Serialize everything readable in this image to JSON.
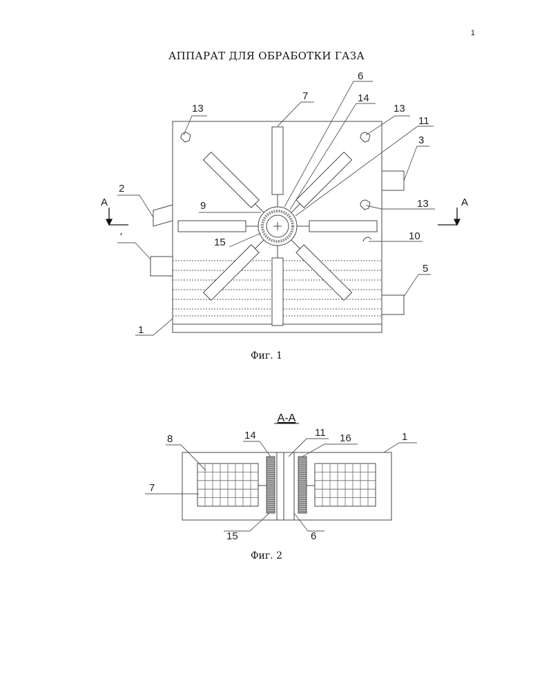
{
  "page_number": "1",
  "title": "АППАРАТ ДЛЯ ОБРАБОТКИ ГАЗА",
  "fig1": {
    "caption": "Фиг. 1",
    "labels": {
      "l1": "1",
      "l2": "2",
      "l3": "3",
      "l4": "'",
      "l5": "5",
      "l6": "6",
      "l7": "7",
      "l9": "9",
      "l10": "10",
      "l11": "11",
      "l13a": "13",
      "l13b": "13",
      "l13c": "13",
      "l14": "14",
      "l15": "15",
      "secA_left": "A",
      "secA_right": "A"
    }
  },
  "fig2": {
    "caption": "Фиг. 2",
    "section_title": "A-A",
    "labels": {
      "l1": "1",
      "l6": "6",
      "l7": "7",
      "l8": "8",
      "l11": "11",
      "l14": "14",
      "l15": "15",
      "l16": "16"
    }
  }
}
